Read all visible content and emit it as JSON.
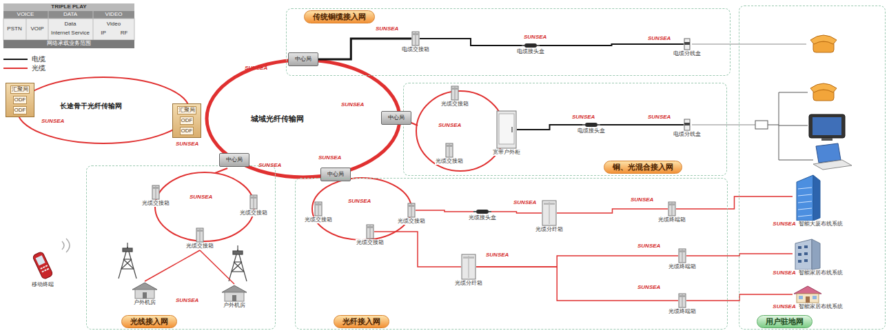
{
  "diagram": {
    "nodes": [
      {
        "text": [
          "传统铜缆接入网"
        ]
      },
      {
        "text": [
          "电缆交接箱"
        ],
        "in": 0
      },
      {
        "text": [
          "电缆接头盒"
        ],
        "in": 0
      },
      {
        "text": [
          "电缆分线盒"
        ],
        "in": 0
      },
      {
        "text": [
          "铜、光混合接入网"
        ]
      },
      {
        "text": [
          "光缆交接箱"
        ],
        "in": 4
      },
      {
        "text": [
          "宽带户外柜"
        ],
        "in": 4
      },
      {
        "text": [
          "光缆交接箱"
        ],
        "in": 4
      },
      {
        "text": [
          "电缆接头盒"
        ],
        "in": 4
      },
      {
        "text": [
          "电缆分线盒"
        ],
        "in": 4
      },
      {
        "text": [
          "汇聚局",
          "ODF",
          "ODF"
        ]
      },
      {
        "text": [
          "汇聚局",
          "ODF",
          "ODF"
        ]
      },
      {
        "text": [
          "中心局"
        ]
      },
      {
        "text": [
          "中心局"
        ]
      },
      {
        "text": [
          "光线接入网"
        ]
      },
      {
        "text": [
          "光缆交接箱"
        ],
        "in": 14
      },
      {
        "text": [
          "光缆交接箱"
        ],
        "in": 14
      },
      {
        "text": [
          "光缆交接箱"
        ],
        "in": 14
      },
      {
        "text": [
          "户外机房"
        ],
        "in": 14
      },
      {
        "text": [
          "户外机房"
        ],
        "in": 14
      },
      {
        "text": [
          "中心局"
        ]
      },
      {
        "text": [
          "中心局"
        ]
      },
      {
        "text": [
          "光纤接入网"
        ]
      },
      {
        "text": [
          "光缆交接箱"
        ],
        "in": 22
      },
      {
        "text": [
          "光缆交接箱"
        ],
        "in": 22
      },
      {
        "text": [
          "光缆交接箱"
        ],
        "in": 22
      },
      {
        "text": [
          "光缆接头盒"
        ],
        "in": 22
      },
      {
        "text": [
          "光缆分纤箱"
        ],
        "in": 22
      },
      {
        "text": [
          "光缆终端箱"
        ],
        "in": 22
      },
      {
        "text": [
          "光缆分纤箱"
        ],
        "in": 22
      },
      {
        "text": [
          "光缆终端箱"
        ],
        "in": 22
      },
      {
        "text": [
          "光缆终端箱"
        ],
        "in": 22
      },
      {
        "text": [
          "用户驻地网"
        ]
      },
      {
        "text": [
          "SUNSEA",
          "智能大厦布线系统"
        ],
        "in": 32
      },
      {
        "text": [
          "SUNSEA",
          "智能家居布线系统"
        ],
        "in": 32
      },
      {
        "text": [
          "SUNSEA",
          "智能家居布线系统"
        ],
        "in": 32
      },
      {
        "text": [
          "移动终端"
        ]
      }
    ],
    "edges": [
      {
        "from": 12,
        "to": 1,
        "arrow": "none"
      },
      {
        "from": 1,
        "to": 2,
        "arrow": "none"
      },
      {
        "from": 2,
        "to": 3,
        "arrow": "none"
      },
      {
        "from": 6,
        "to": 8,
        "arrow": "none"
      },
      {
        "from": 8,
        "to": 9,
        "arrow": "none"
      },
      {
        "from": 24,
        "to": 26,
        "arrow": "none"
      },
      {
        "from": 26,
        "to": 27,
        "arrow": "none"
      },
      {
        "from": 27,
        "to": 28,
        "arrow": "none"
      },
      {
        "from": 28,
        "to": 33,
        "arrow": "none"
      },
      {
        "from": 25,
        "to": 29,
        "arrow": "none"
      },
      {
        "from": 29,
        "to": 30,
        "arrow": "none"
      },
      {
        "from": 29,
        "to": 31,
        "arrow": "none"
      },
      {
        "from": 30,
        "to": 34,
        "arrow": "none"
      },
      {
        "from": 31,
        "to": 35,
        "arrow": "none"
      },
      {
        "from": 17,
        "to": 18,
        "arrow": "none"
      },
      {
        "from": 17,
        "to": 19,
        "arrow": "none"
      }
    ],
    "labels": [
      "TRIPLE PLAY",
      "VOICE",
      "DATA",
      "VIDEO",
      "PSTN",
      "VOIP",
      "Data",
      "Internet Service",
      "Video",
      "IP",
      "RF",
      "网络承载业务范围",
      "长途骨干光纤传输网",
      "城域光纤传输网",
      "SUNSEA",
      "SUNSEA",
      "SUNSEA",
      "SUNSEA",
      "SUNSEA",
      "SUNSEA",
      "SUNSEA",
      "SUNSEA",
      "SUNSEA",
      "SUNSEA",
      "SUNSEA",
      "SUNSEA",
      "SUNSEA",
      "SUNSEA",
      "SUNSEA",
      "SUNSEA",
      "SUNSEA",
      "SUNSEA",
      "SUNSEA",
      "SUNSEA"
    ],
    "legend": [
      {
        "text": "电缆"
      },
      {
        "text": "光缆"
      }
    ]
  }
}
